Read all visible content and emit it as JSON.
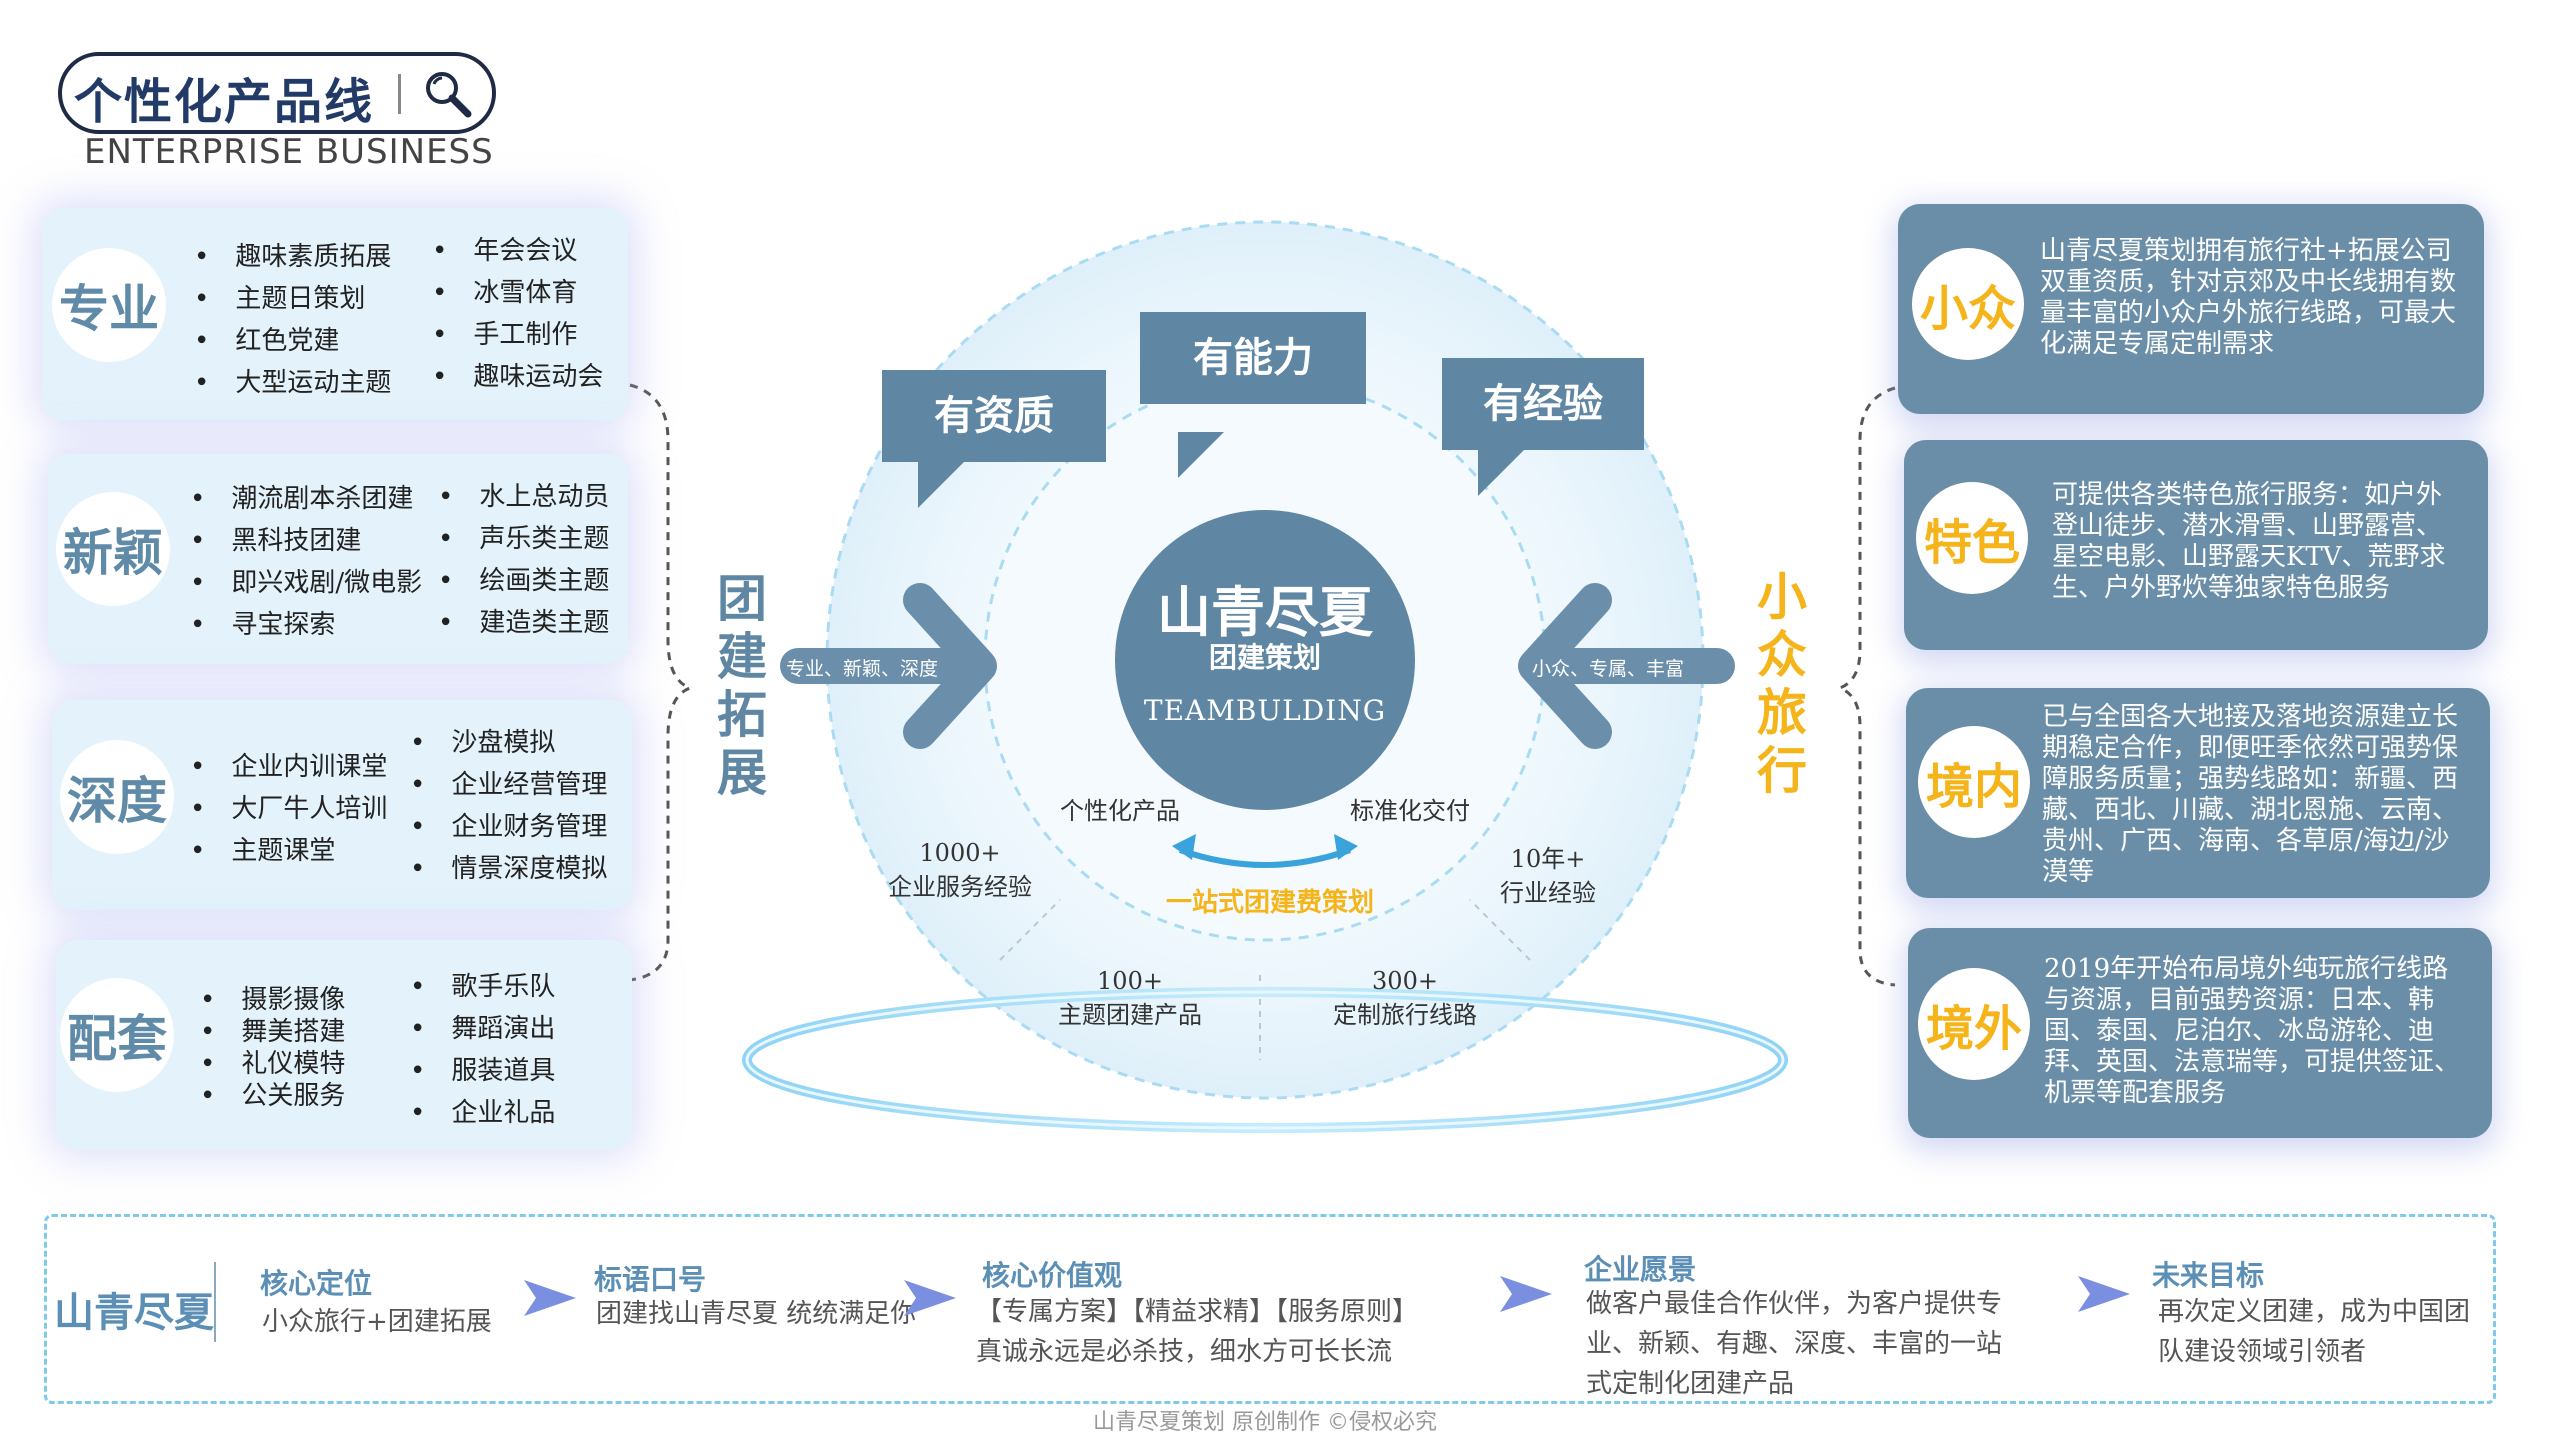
{
  "header": {
    "title": "个性化产品线",
    "subtitle": "ENTERPRISE BUSINESS"
  },
  "left_cards": [
    {
      "label": "专业",
      "col1": [
        "趣味素质拓展",
        "主题日策划",
        "红色党建",
        "大型运动主题"
      ],
      "col2": [
        "年会会议",
        "冰雪体育",
        "手工制作",
        "趣味运动会"
      ]
    },
    {
      "label": "新颖",
      "col1": [
        "潮流剧本杀团建",
        "黑科技团建",
        "即兴戏剧/微电影",
        "寻宝探索"
      ],
      "col2": [
        "水上总动员",
        "声乐类主题",
        "绘画类主题",
        "建造类主题"
      ]
    },
    {
      "label": "深度",
      "col1": [
        "企业内训课堂",
        "大厂牛人培训",
        "主题课堂"
      ],
      "col2": [
        "沙盘模拟",
        "企业经营管理",
        "企业财务管理",
        "情景深度模拟"
      ]
    },
    {
      "label": "配套",
      "col1": [
        "摄影摄像",
        "舞美搭建",
        "礼仪模特",
        "公关服务"
      ],
      "col2": [
        "歌手乐队",
        "舞蹈演出",
        "服装道具",
        "企业礼品"
      ]
    }
  ],
  "right_cards": [
    {
      "label": "小众",
      "text": "山青尽夏策划拥有旅行社+拓展公司双重资质，针对京郊及中长线拥有数量丰富的小众户外旅行线路，可最大化满足专属定制需求"
    },
    {
      "label": "特色",
      "text": "可提供各类特色旅行服务：如户外登山徒步、潜水滑雪、山野露营、星空电影、山野露天KTV、荒野求生、户外野炊等独家特色服务"
    },
    {
      "label": "境内",
      "text": "已与全国各大地接及落地资源建立长期稳定合作，即便旺季依然可强势保障服务质量；强势线路如：新疆、西藏、西北、川藏、湖北恩施、云南、贵州、广西、海南、各草原/海边/沙漠等"
    },
    {
      "label": "境外",
      "text": "2019年开始布局境外纯玩旅行线路与资源，目前强势资源：日本、韩国、泰国、尼泊尔、冰岛游轮、迪拜、英国、法意瑞等，可提供签证、机票等配套服务"
    }
  ],
  "center": {
    "bubbles": [
      "有资质",
      "有能力",
      "有经验"
    ],
    "brand": "山青尽夏",
    "brand_sub": "团建策划",
    "brand_en": "TEAMBULDING",
    "left_tag": "个性化产品",
    "right_tag": "标准化交付",
    "one_stop": "一站式团建费策划",
    "stats": [
      {
        "num": "1000+",
        "label": "企业服务经验"
      },
      {
        "num": "10年+",
        "label": "行业经验"
      },
      {
        "num": "100+",
        "label": "主题团建产品"
      },
      {
        "num": "300+",
        "label": "定制旅行线路"
      }
    ],
    "left_vertical": "团建拓展",
    "right_vertical": "小众旅行",
    "left_arrow_text": "专业、新颖、深度",
    "right_arrow_text": "小众、专属、丰富"
  },
  "bottom": {
    "brand": "山青尽夏",
    "sections": [
      {
        "title": "核心定位",
        "lines": [
          "小众旅行+团建拓展"
        ]
      },
      {
        "title": "标语口号",
        "lines": [
          "团建找山青尽夏 统统满足你"
        ]
      },
      {
        "title": "核心价值观",
        "lines": [
          "【专属方案】【精益求精】【服务原则】",
          "真诚永远是必杀技，细水方可长长流"
        ]
      },
      {
        "title": "企业愿景",
        "lines": [
          "做客户最佳合作伙伴，为客户提供专",
          "业、新颖、有趣、深度、丰富的一站",
          "式定制化团建产品"
        ]
      },
      {
        "title": "未来目标",
        "lines": [
          "再次定义团建，成为中国团",
          "队建设领域引领者"
        ]
      }
    ]
  },
  "footer": "山青尽夏策划 原创制作 ©侵权必究",
  "colors": {
    "brand_blue": "#5f87a3",
    "accent_gold": "#f4b41a",
    "card_blue": "#6a8ea8",
    "light_card": "#e4f3fb"
  }
}
